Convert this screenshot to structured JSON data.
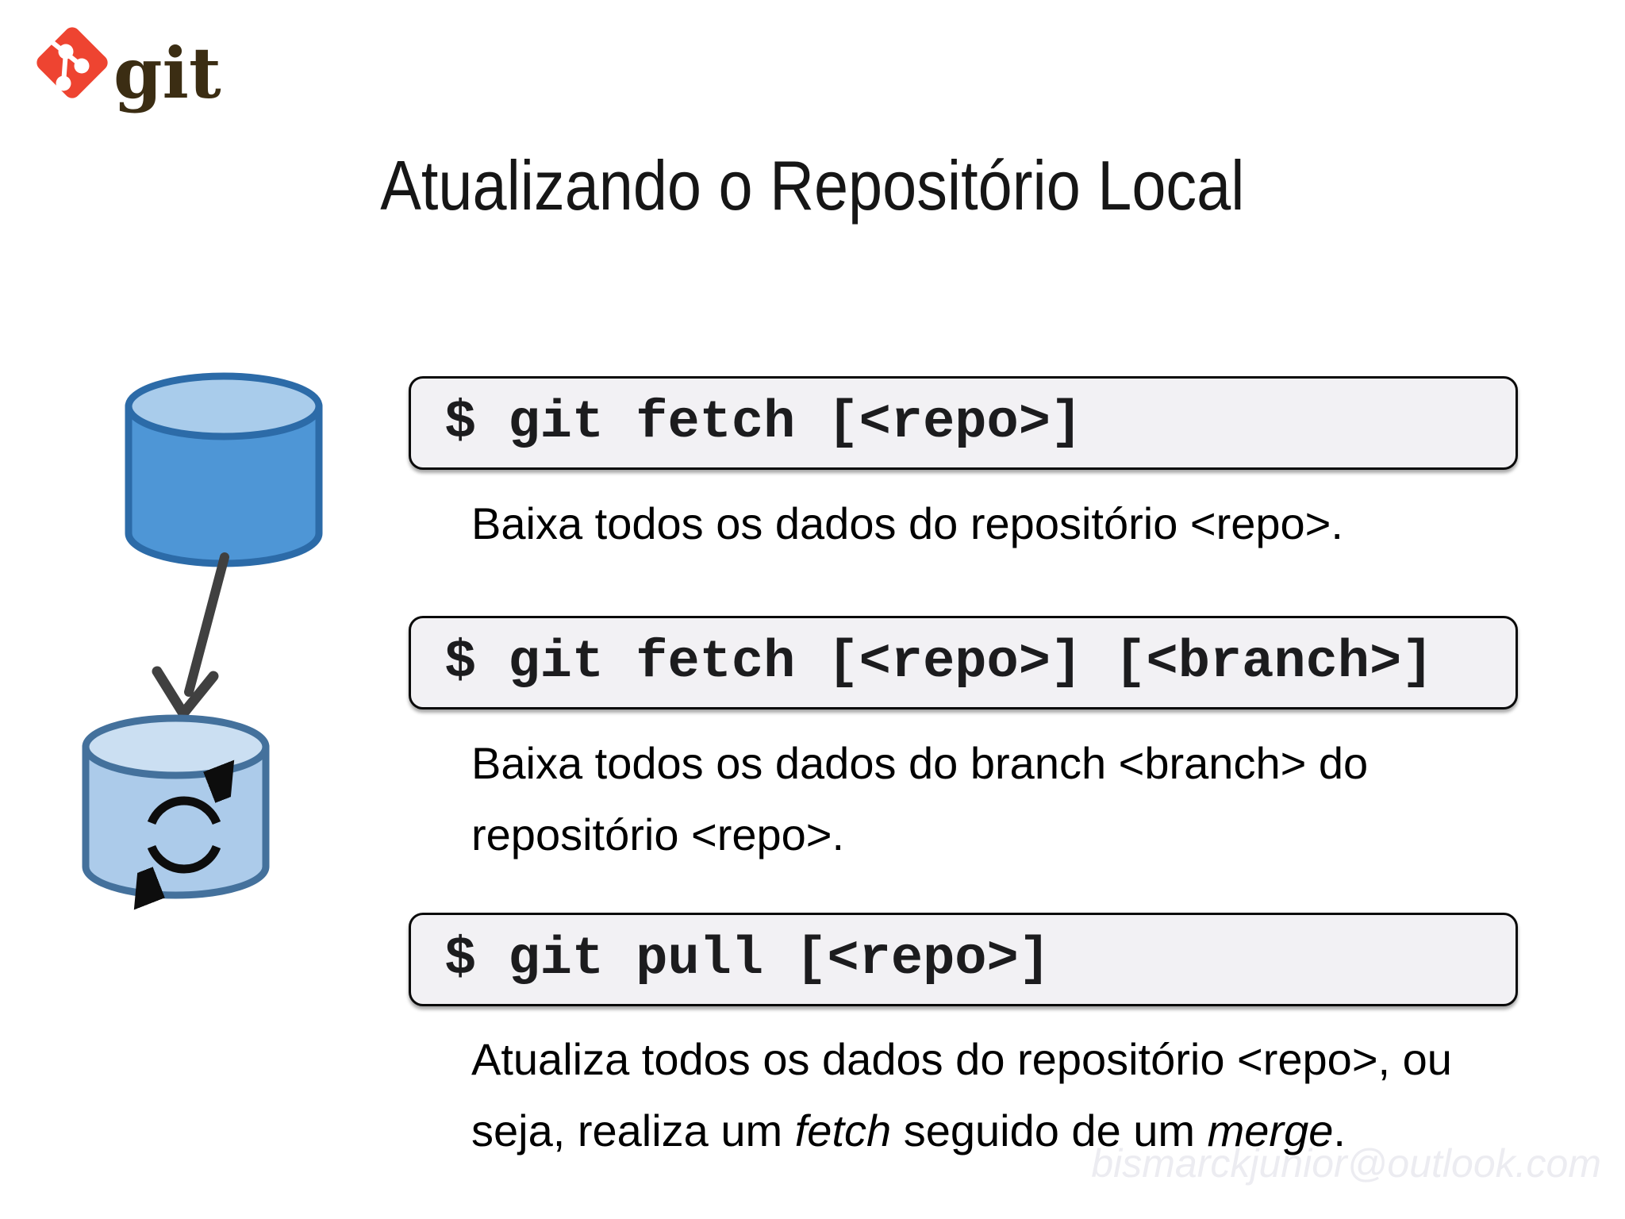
{
  "slide": {
    "brand": "git",
    "title": "Atualizando o Repositório Local",
    "watermark": "bismarckjunior@outlook.com"
  },
  "commands": [
    {
      "code": "$ git fetch [<repo>]",
      "description": "Baixa todos os dados do repositório <repo>.",
      "desc_parts": [
        {
          "text": "Baixa todos os dados do repositório <repo>."
        }
      ]
    },
    {
      "code": "$ git fetch [<repo>] [<branch>]",
      "description": "Baixa todos os dados do branch <branch> do repositório <repo>.",
      "desc_parts": [
        {
          "text": "Baixa todos os dados do branch <branch> do"
        },
        {
          "br": true
        },
        {
          "text": "repositório <repo>."
        }
      ]
    },
    {
      "code": "$ git pull [<repo>]",
      "description": "Atualiza todos os dados do repositório <repo>, ou seja, realiza um fetch seguido de um merge.",
      "desc_parts": [
        {
          "text": "Atualiza todos os dados do repositório <repo>, ou"
        },
        {
          "br": true
        },
        {
          "text": "seja, realiza um "
        },
        {
          "text": "fetch",
          "italic": true
        },
        {
          "text": " seguido de um "
        },
        {
          "text": "merge",
          "italic": true
        },
        {
          "text": "."
        }
      ]
    }
  ],
  "diagram": {
    "remote_repo": "remote repository (database cylinder)",
    "local_repo": "local repository (database cylinder with sync icon)",
    "arrow": "data transfer from remote to local"
  },
  "colors": {
    "git_red": "#ee4431",
    "git_text": "#3b2d13",
    "remote_body": "#4e96d6",
    "remote_top": "#a9cceb",
    "remote_border": "#2c6ba8",
    "local_body": "#accbea",
    "local_top": "#cbdff2",
    "local_border": "#44719c",
    "arrow": "#404040",
    "sync": "#0d0d0d",
    "box_bg": "#f2f1f4"
  }
}
